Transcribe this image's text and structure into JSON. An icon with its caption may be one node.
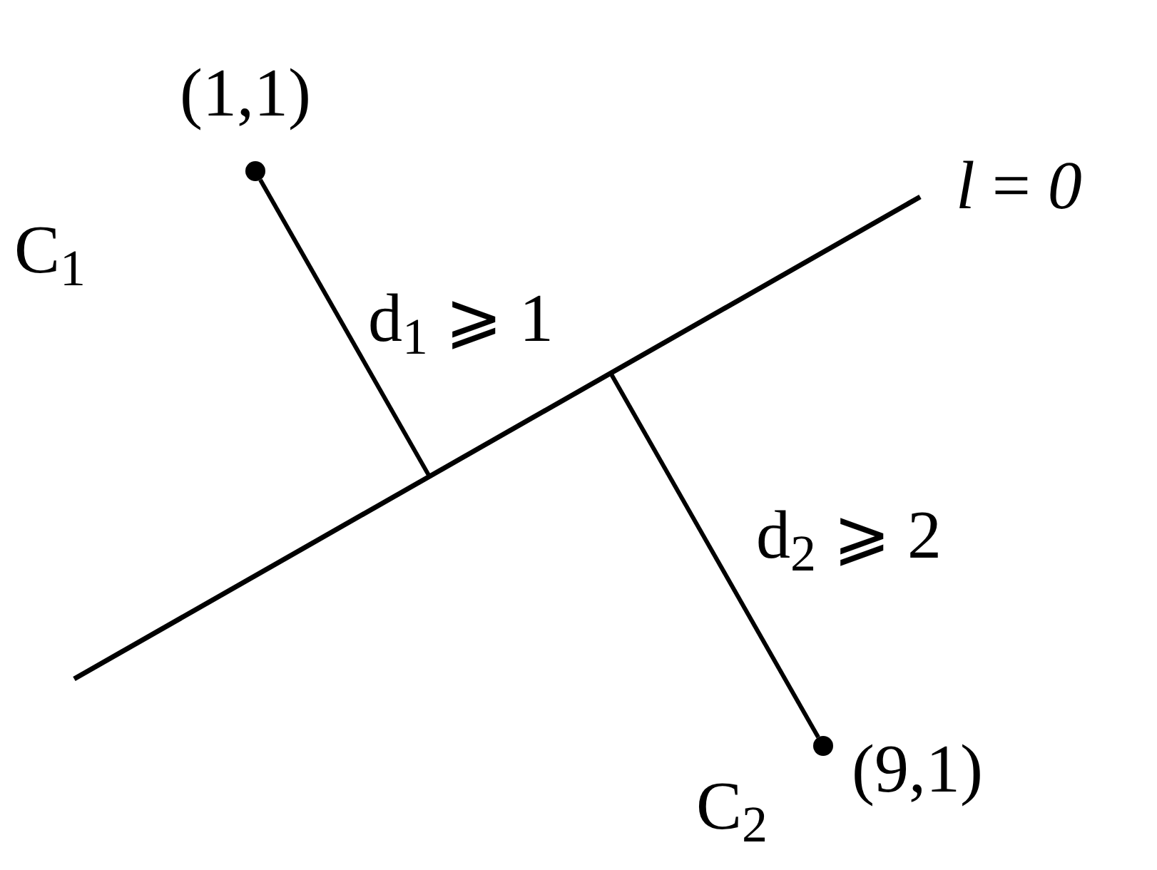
{
  "diagram": {
    "nodes": [
      {
        "text": [],
        "shape": "circle",
        "beside": [
          "(1,1)"
        ]
      },
      {
        "text": [],
        "shape": "bar",
        "beside": [
          "*l* = *0*"
        ]
      },
      {
        "text": [],
        "shape": "circle",
        "beside": [
          "(9,1)"
        ]
      }
    ],
    "edges": [
      {
        "from": 0,
        "to": 1,
        "arrow": "none",
        "label": "d$_{1}$ ⩾ 1"
      },
      {
        "from": 2,
        "to": 1,
        "arrow": "none",
        "label": "d$_{2}$ ⩾ 2"
      }
    ],
    "labels": [
      "C$_{1}$",
      "C$_{2}$"
    ]
  }
}
